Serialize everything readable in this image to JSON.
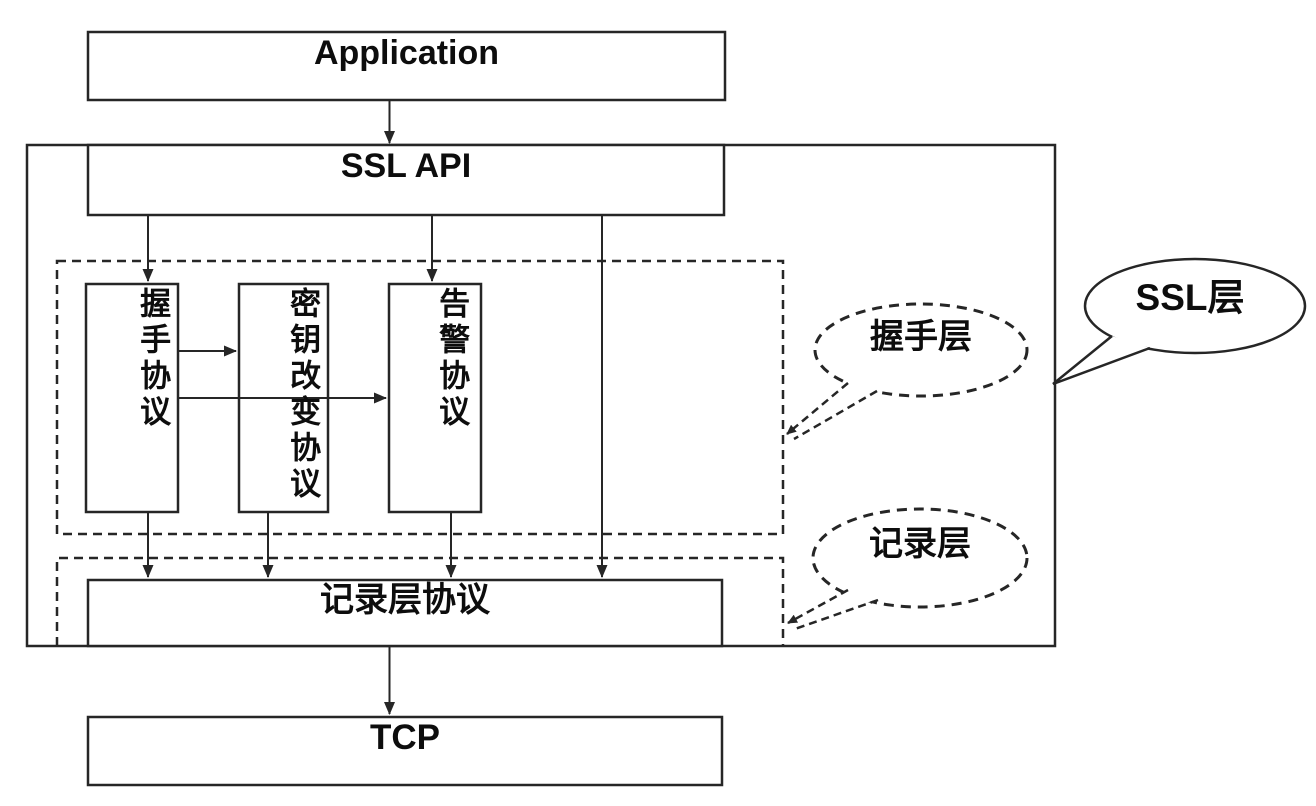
{
  "diagram": {
    "title_hint": "SSL layer architecture",
    "nodes": {
      "application": "Application",
      "ssl_api": "SSL API",
      "handshake_protocol": "握手协议",
      "cipher_change_protocol": "密钥改变协议",
      "alert_protocol": "告警协议",
      "record_protocol": "记录层协议",
      "tcp": "TCP"
    },
    "callouts": {
      "ssl_layer": "SSL层",
      "handshake_layer": "握手层",
      "record_layer": "记录层"
    },
    "colors": {
      "stroke": "#262626",
      "background": "#ffffff",
      "text": "#0d0d0d"
    }
  }
}
